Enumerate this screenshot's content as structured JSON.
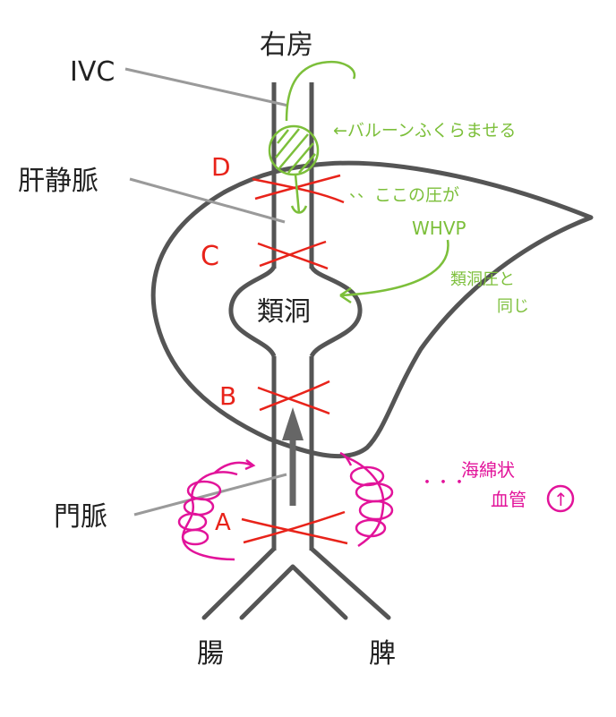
{
  "diagram": {
    "labels": {
      "right_atrium": "右房",
      "ivc": "IVC",
      "hepatic_vein": "肝静脈",
      "sinusoid": "類洞",
      "portal_vein": "門脈",
      "intestine": "腸",
      "spleen": "脾"
    },
    "sites": {
      "D": "D",
      "C": "C",
      "B": "B",
      "A": "A"
    },
    "annotations": {
      "balloon": "←バルーンふくらませる",
      "pressure_here": "ここの圧が",
      "whvp": "WHVP",
      "same_as_sinusoid_1": "類洞圧と",
      "same_as_sinusoid_2": "同じ",
      "cavernous_1": "海綿状",
      "cavernous_2": "血管",
      "cavernous_arrow": "↑"
    },
    "colors": {
      "vessel": "#555555",
      "organ": "#555555",
      "pointer": "#999999",
      "block": "#e8231a",
      "note": "#7cbf3a",
      "varix": "#e2139a",
      "flow_arrow": "#666666"
    }
  }
}
